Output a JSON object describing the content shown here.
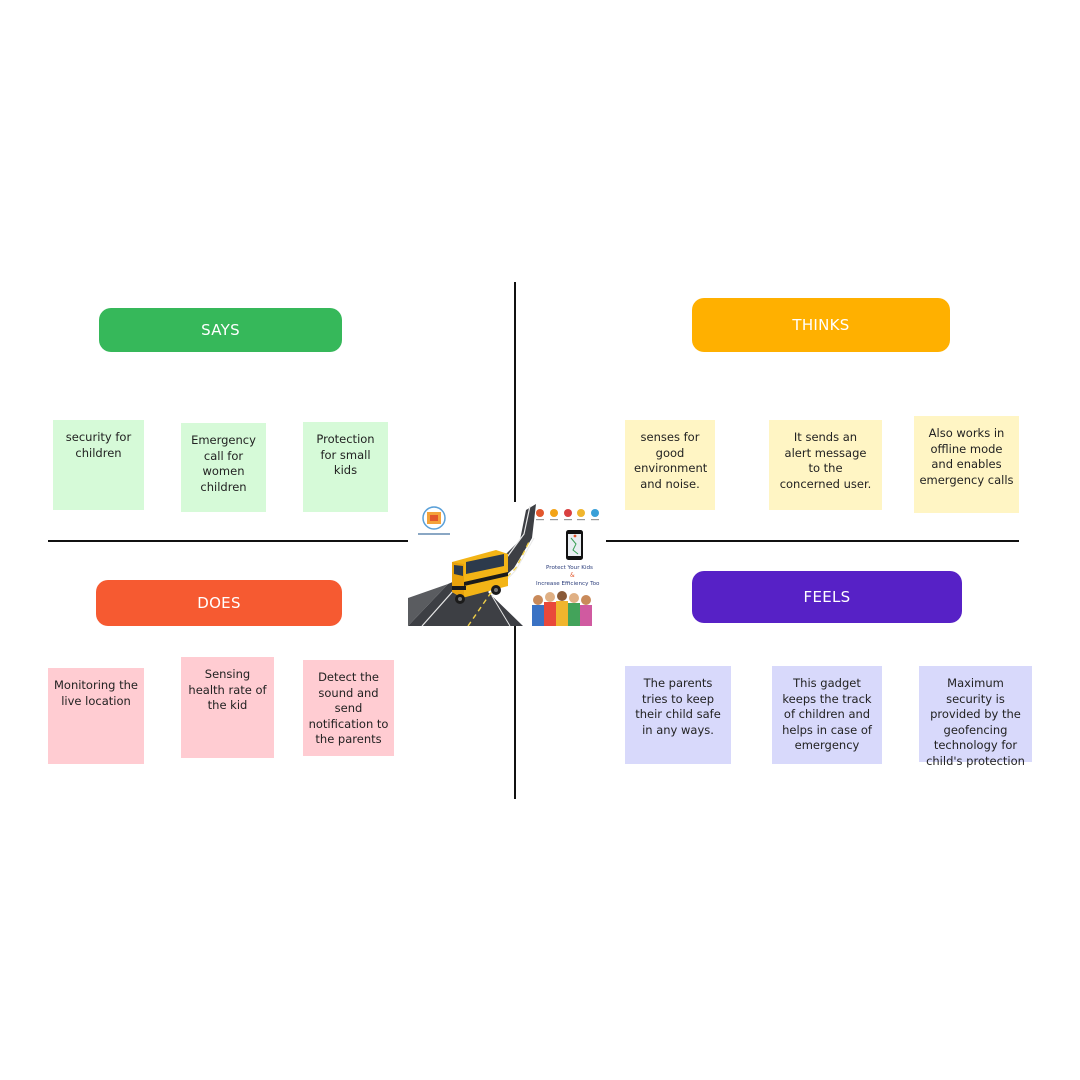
{
  "quadrants": {
    "says": {
      "title": "SAYS",
      "color": "#36b85a",
      "notes": [
        "security for children",
        "Emergency call for women children",
        "Protection for small kids"
      ]
    },
    "thinks": {
      "title": "THINKS",
      "color": "#ffb000",
      "notes": [
        "senses for good environment and noise.",
        "It sends an alert message to the concerned user.",
        "Also works in offline mode and enables emergency calls"
      ]
    },
    "does": {
      "title": "DOES",
      "color": "#f65a31",
      "notes": [
        "Monitoring the live location",
        "Sensing health rate of the kid",
        "Detect the sound and send notification to the parents"
      ]
    },
    "feels": {
      "title": "FEELS",
      "color": "#5721c6",
      "notes": [
        "The parents tries to keep their child safe in any ways.",
        "This gadget keeps the track of children and helps in case of emergency",
        "Maximum security is provided by the geofencing technology for child's protection"
      ]
    }
  },
  "center_image": {
    "caption_line1": "Protect Your Kids",
    "caption_amp": "&",
    "caption_line2": "Increase Efficiency Too"
  },
  "note_colors": {
    "green": "#d6fad8",
    "yellow": "#fff5c4",
    "pink": "#ffccd2",
    "lavender": "#d8d9fb"
  }
}
